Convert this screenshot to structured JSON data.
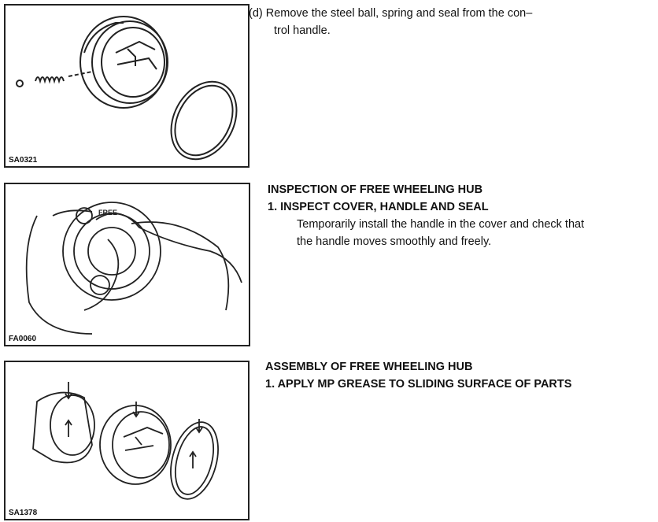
{
  "step_d": {
    "line1": "(d) Remove the steel ball, spring and seal from the con–",
    "line2": "trol handle."
  },
  "inspection": {
    "heading": "INSPECTION OF FREE WHEELING HUB",
    "item1": "1. INSPECT COVER, HANDLE AND SEAL",
    "body_line1": "Temporarily install the handle in the cover and check that",
    "body_line2": "the handle moves smoothly and freely."
  },
  "assembly": {
    "heading": "ASSEMBLY OF FREE WHEELING HUB",
    "item1": "1. APPLY MP GREASE TO SLIDING SURFACE OF PARTS"
  },
  "figures": [
    {
      "code": "SA0321"
    },
    {
      "code": "FA0060",
      "lettering": "FREE"
    },
    {
      "code": "SA1378"
    }
  ]
}
